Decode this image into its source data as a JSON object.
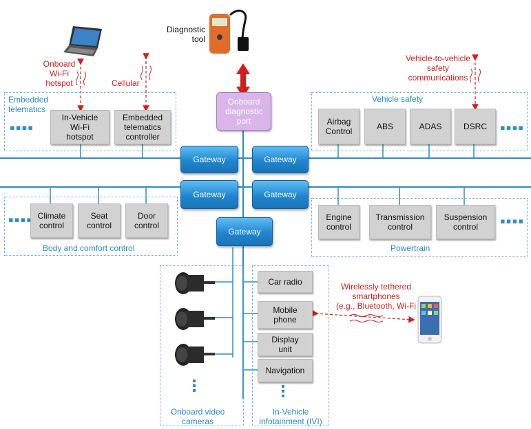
{
  "labels": {
    "diagnostic_tool": "Diagnostic\ntool",
    "onboard_wifi": "Onboard\nWi-Fi\nhotspot",
    "cellular": "Cellular",
    "v2v": "Vehicle-to-vehicle\nsafety\ncommunications",
    "wireless": "Wirelessly tethered\nsmartphones\n(e.g., Bluetooth, Wi-Fi",
    "odp": "Onboard\ndiagnostic\nport"
  },
  "groups": {
    "telematics": {
      "title": "Embedded\ntelematics",
      "boxes": [
        "In-Vehicle\nWi-Fi\nhotspot",
        "Embedded\ntelematics\ncontroller"
      ]
    },
    "safety": {
      "title": "Vehicle safety",
      "boxes": [
        "Airbag\nControl",
        "ABS",
        "ADAS",
        "DSRC"
      ]
    },
    "body": {
      "title": "Body and comfort control",
      "boxes": [
        "Climate\ncontrol",
        "Seat\ncontrol",
        "Door\ncontrol"
      ]
    },
    "powertrain": {
      "title": "Powertrain",
      "boxes": [
        "Engine\ncontrol",
        "Transmission\ncontrol",
        "Suspension\ncontrol"
      ]
    },
    "cameras": {
      "title": "Onboard video\ncameras"
    },
    "ivi": {
      "title": "In-Vehicle\ninfotainment (IVI)",
      "boxes": [
        "Car radio",
        "Mobile\nphone",
        "Display\nunit",
        "Navigation"
      ]
    }
  },
  "gateway_label": "Gateway",
  "dots": "▪▪▪▪",
  "colors": {
    "bus": "#2a8ec6",
    "wireless": "#d21e1e",
    "gateway": "#1f86d0",
    "odp": "#d9b5ea"
  }
}
